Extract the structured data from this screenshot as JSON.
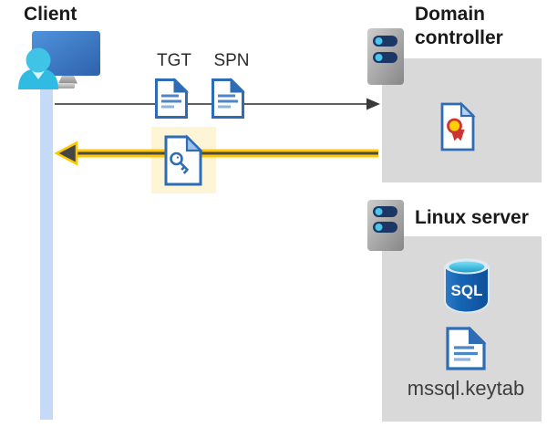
{
  "client": {
    "label": "Client"
  },
  "tickets": {
    "tgt": "TGT",
    "spn": "SPN"
  },
  "domain_controller": {
    "title": "Domain controller"
  },
  "linux_server": {
    "title": "Linux server",
    "database_label": "SQL",
    "keytab_file": "mssql.keytab"
  },
  "icons": {
    "client-workstation-icon": "monitor-with-user",
    "client-lifeline-bar": "vertical-blue-bar",
    "request-arrow-icon": "thin-gray-arrow-right",
    "response-arrow-icon": "thick-yellow-arrow-left",
    "tgt-document-icon": "document-with-text-lines",
    "spn-document-icon": "document-with-text-lines",
    "service-ticket-key-icon": "document-with-key",
    "highlight-box": "pale-yellow-emphasis-square",
    "server-icon": "server-tower-two-led-bars",
    "certificate-icon": "document-with-award-ribbon",
    "sql-database-icon": "blue-database-cylinder",
    "keytab-document-icon": "document-with-text-lines"
  },
  "colors": {
    "document_blue": "#2e6db6",
    "document_line_blue": "#4d87c8",
    "arrow_yellow": "#ffc800",
    "arrow_dark": "#474747",
    "request_arrow_gray": "#5f5f5f",
    "highlight_yellow": "#fdf5d6",
    "panel_gray": "#d9d9d9",
    "lifeline_blue": "#c5daf6",
    "person_cyan": "#3fc3e6",
    "monitor_blue": "#3b76c0",
    "server_pill_navy": "#1c3765",
    "server_led_cyan": "#4cc5ea",
    "sql_blue": "#1565b4",
    "sql_top_cyan": "#2fb3da",
    "certificate_yellow": "#fdd000",
    "certificate_red": "#cf3434"
  }
}
